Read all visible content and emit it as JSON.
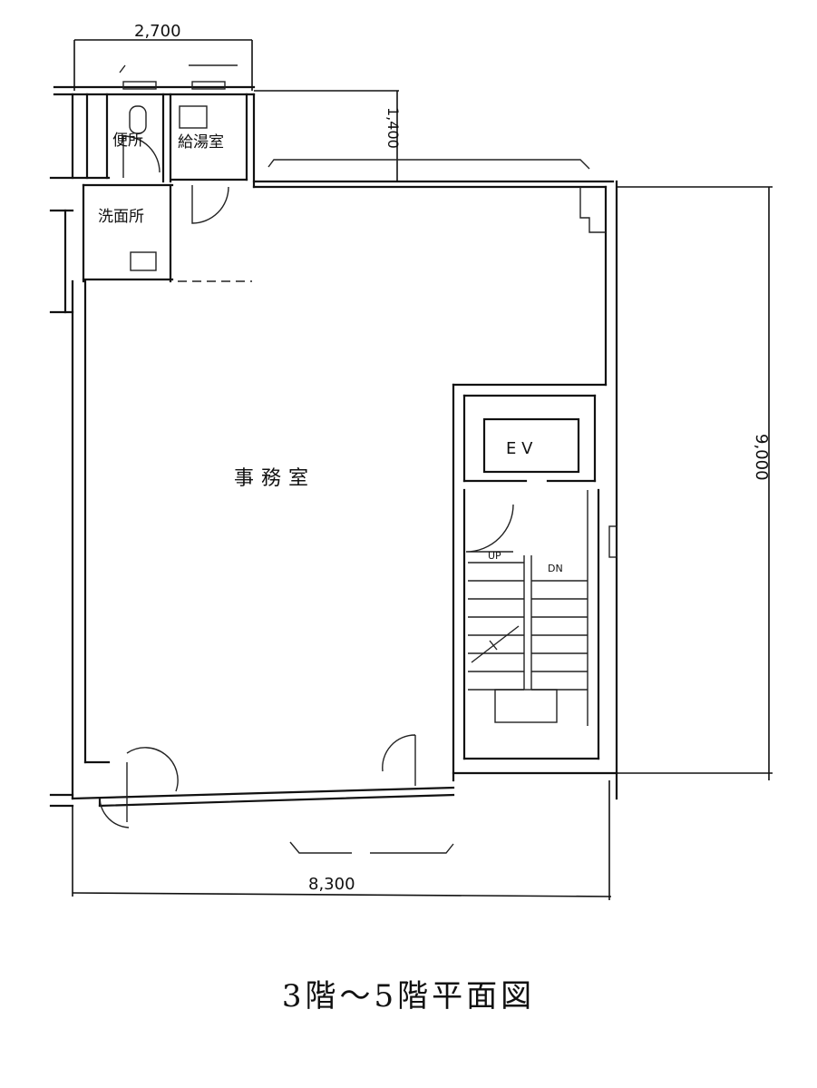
{
  "dimensions": {
    "top_width": "2,700",
    "top_offset": "1,400",
    "right_height": "9,000",
    "bottom_width": "8,300"
  },
  "rooms": {
    "toilet": "便所",
    "kitchenette": "給湯室",
    "washroom": "洗面所",
    "office": "事務室",
    "elevator": "E V"
  },
  "stair_labels": {
    "up": "UP",
    "down": "DN"
  },
  "title": "3階～5階平面図"
}
